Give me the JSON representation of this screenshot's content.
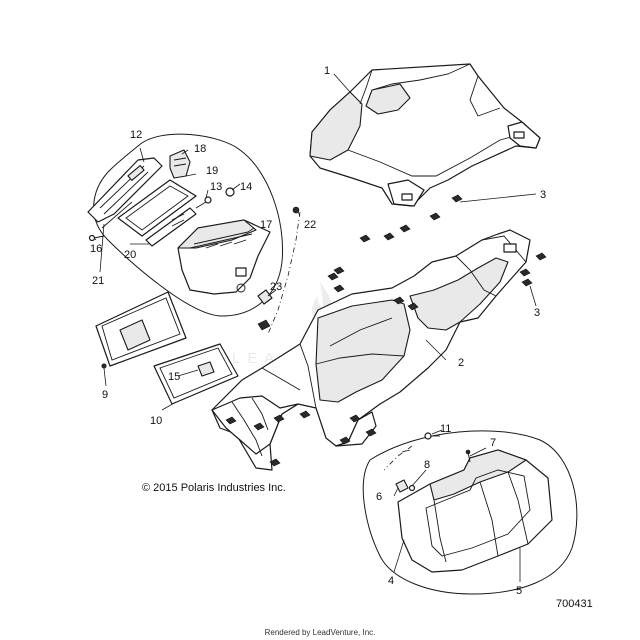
{
  "diagram": {
    "copyright": "© 2015 Polaris Industries Inc.",
    "diagram_id": "700431",
    "credit": "Rendered by LeadVenture, Inc.",
    "watermark_text": "LEADVENTURE",
    "callouts": [
      "1",
      "2",
      "3",
      "3",
      "4",
      "5",
      "6",
      "7",
      "8",
      "9",
      "10",
      "11",
      "12",
      "13",
      "14",
      "15",
      "16",
      "17",
      "18",
      "19",
      "20",
      "21",
      "22",
      "23"
    ]
  }
}
